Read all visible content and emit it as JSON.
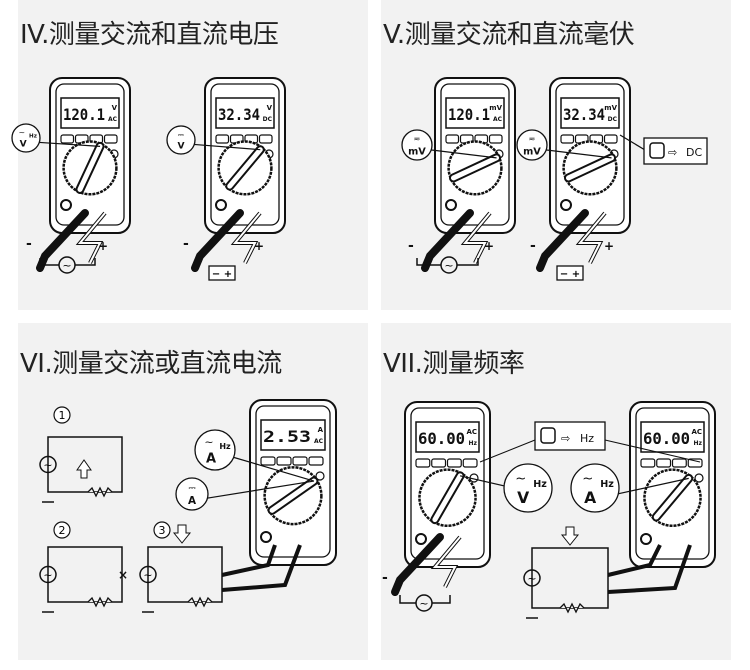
{
  "panels": [
    {
      "title": "IV.测量交流和直流电压",
      "meters": [
        {
          "display": "120.1",
          "unit_top": "V",
          "unit_bottom": "AC",
          "callout": "V",
          "callout_sub": "Hz",
          "callout_mark": "~"
        },
        {
          "display": "32.34",
          "unit_top": "V",
          "unit_bottom": "DC",
          "callout": "V",
          "callout_sub": "",
          "callout_mark": "⎓"
        }
      ],
      "polarity": [
        "-",
        "+",
        "-",
        "+"
      ],
      "battery_label": "− +"
    },
    {
      "title": "V.测量交流和直流毫伏",
      "meters": [
        {
          "display": "120.1",
          "unit_top": "mV",
          "unit_bottom": "AC",
          "callout": "mV",
          "callout_sub": "",
          "callout_mark": "≂"
        },
        {
          "display": "32.34",
          "unit_top": "mV",
          "unit_bottom": "DC",
          "callout": "mV",
          "callout_sub": "",
          "callout_mark": "≂"
        }
      ],
      "button_callout": "DC",
      "polarity": [
        "-",
        "+",
        "-",
        "+"
      ],
      "battery_label": "− +"
    },
    {
      "title": "VI.测量交流或直流电流",
      "meters": [
        {
          "display": "2.53",
          "unit_top": "A",
          "unit_bottom": "AC",
          "callout": "A",
          "callout_sub": "Hz",
          "callout_mark": "~"
        }
      ],
      "callout2": "A",
      "steps": [
        "1",
        "2",
        "3"
      ]
    },
    {
      "title": "VII.测量频率",
      "meters": [
        {
          "display": "60.00",
          "unit_top": "AC",
          "unit_bottom": "Hz",
          "callout": "V",
          "callout_sub": "Hz",
          "callout_mark": "~"
        },
        {
          "display": "60.00",
          "unit_top": "AC",
          "unit_bottom": "Hz",
          "callout": "A",
          "callout_sub": "Hz",
          "callout_mark": "~"
        }
      ],
      "button_callout": "Hz",
      "polarity": [
        "-"
      ]
    }
  ]
}
